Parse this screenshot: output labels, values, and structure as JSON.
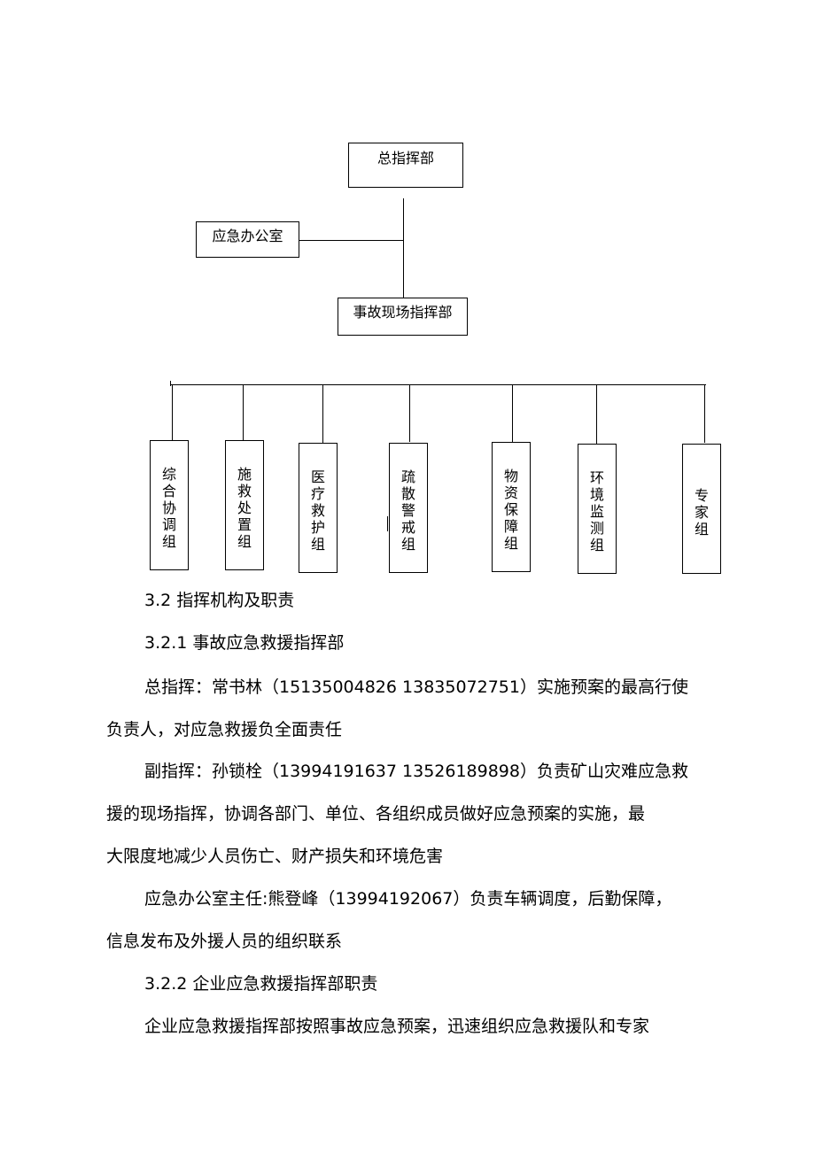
{
  "org_chart": {
    "top": "总指挥部",
    "office": "应急办公室",
    "site_command": "事故现场指挥部",
    "groups": [
      "综合协调组",
      "施救处置组",
      "医疗救护组",
      "疏散警戒组",
      "物资保障组",
      "环境监测组",
      "专家组"
    ]
  },
  "text": {
    "h_3_2": "3.2   指挥机构及职责",
    "h_3_2_1": "3.2.1   事故应急救援指挥部",
    "p1_l1": "总指挥：常书林（15135004826 13835072751）实施预案的最高行使",
    "p1_l2": "负责人，对应急救援负全面责任",
    "p2_l1": "副指挥：孙锁栓（13994191637 13526189898）负责矿山灾难应急救",
    "p2_l2": "援的现场指挥，协调各部门、单位、各组织成员做好应急预案的实施，最",
    "p2_l3": "大限度地减少人员伤亡、财产损失和环境危害",
    "p3_l1": "应急办公室主任:熊登峰（13994192067）负责车辆调度，后勤保障，",
    "p3_l2": "信息发布及外援人员的组织联系",
    "h_3_2_2": "3.2.2 企业应急救援指挥部职责",
    "p4_l1": "企业应急救援指挥部按照事故应急预案，迅速组织应急救援队和专家"
  }
}
